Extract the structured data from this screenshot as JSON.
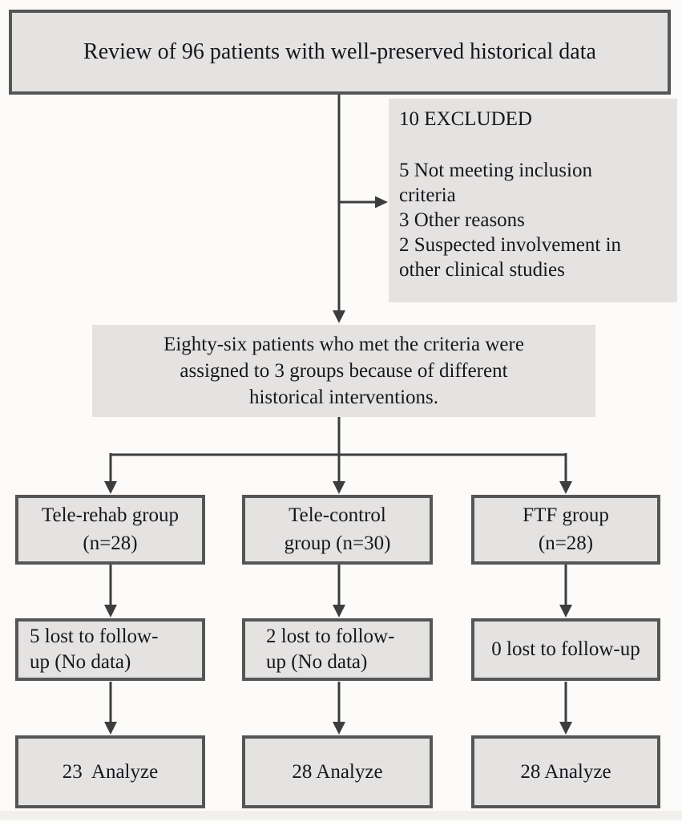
{
  "colors": {
    "box_fill": "#e4e3e1",
    "box_border": "#565656",
    "connector": "#3d3d3d",
    "text": "#16161f"
  },
  "flow": {
    "review_box": {
      "label": "Review of 96 patients with well-preserved historical data"
    },
    "excluded_box": {
      "heading": "10 EXCLUDED",
      "items": [
        {
          "label": "5 Not meeting inclusion\ncriteria"
        },
        {
          "label": "3 Other reasons"
        },
        {
          "label": "2 Suspected involvement in\nother clinical studies"
        }
      ]
    },
    "assigned_box": {
      "label": "Eighty-six patients who met the criteria were\nassigned to 3 groups because of different\nhistorical interventions."
    },
    "columns": [
      {
        "group": "Tele-rehab group\n(n=28)",
        "lost": "5 lost to follow-\nup (No data)",
        "analyze": "23  Analyze"
      },
      {
        "group": "Tele-control\ngroup (n=30)",
        "lost": "2 lost to follow-\nup (No data)",
        "analyze": "28 Analyze"
      },
      {
        "group": "FTF group\n(n=28)",
        "lost": "0 lost to follow-up",
        "analyze": "28 Analyze"
      }
    ]
  }
}
